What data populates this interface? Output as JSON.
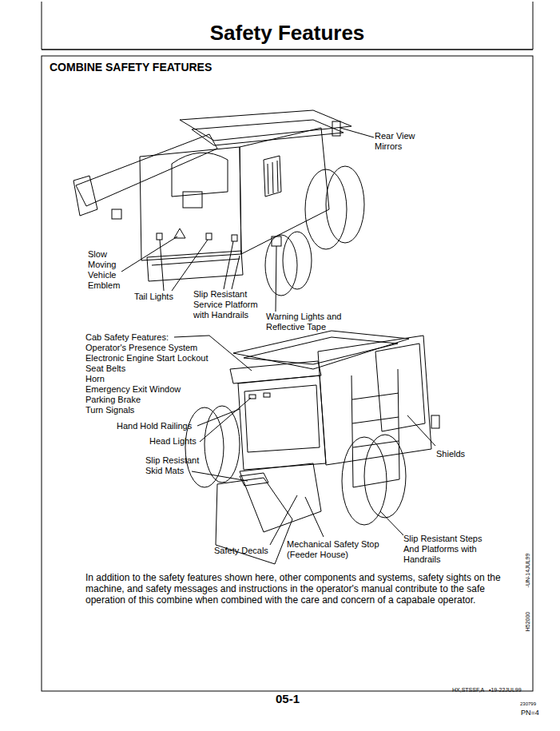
{
  "diagram": {
    "title": "Safety Features",
    "labels": [
      "COMBINE SAFETY FEATURES",
      "Rear View Mirrors",
      "Slow Moving Vehicle Emblem",
      "Tail Lights",
      "Slip Resistant Service Platform with Handrails",
      "Warning Lights and Reflective Tape",
      "Cab Safety Features:",
      "Operator's Presence System",
      "Electronic Engine Start Lockout",
      "Seat Belts",
      "Horn",
      "Emergency Exit Window",
      "Parking Brake",
      "Turn Signals",
      "Hand Hold Railings",
      "Head Lights",
      "Slip Resistant Skid Mats",
      "Shields",
      "Safety Decals",
      "Mechanical Safety Stop (Feeder House)",
      "Slip Resistant Steps And Platforms with Handrails",
      "In addition to the safety features shown here, other components and systems, safety sights on the machine, and safety messages and instructions in the operator's manual contribute to the safe operation of this combine when combined with the care and concern of a capabale operator.",
      "-UN-14JUL99",
      "H52000",
      "HX,STSSF,A",
      "•19-22JUL99",
      "05-1",
      "230799",
      "PN=4"
    ]
  }
}
